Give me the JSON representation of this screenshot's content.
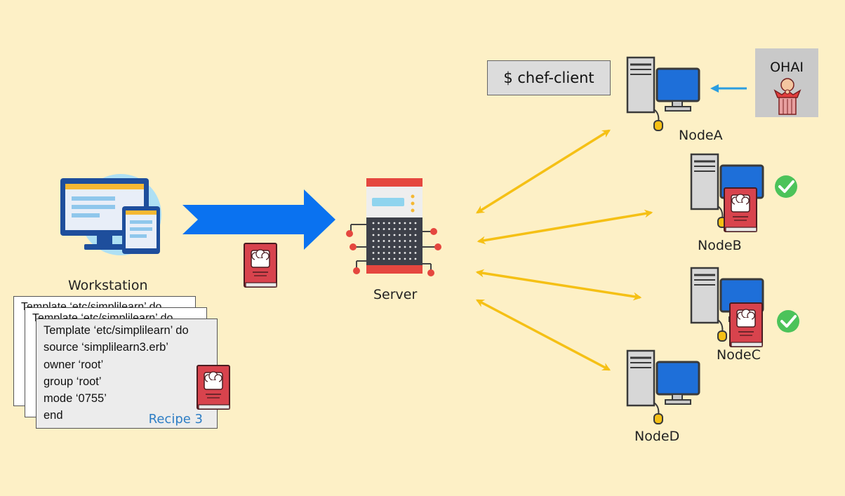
{
  "workstation": {
    "label": "Workstation"
  },
  "server": {
    "label": "Server"
  },
  "command": {
    "text": "$ chef-client"
  },
  "ohai": {
    "label": "OHAI"
  },
  "nodes": [
    {
      "label": "NodeA",
      "has_cookbook": false,
      "checked": false
    },
    {
      "label": "NodeB",
      "has_cookbook": true,
      "checked": true
    },
    {
      "label": "NodeC",
      "has_cookbook": true,
      "checked": true
    },
    {
      "label": "NodeD",
      "has_cookbook": false,
      "checked": false
    }
  ],
  "recipe": {
    "name": "Recipe 3",
    "lines": [
      "Template ‘etc/simplilearn’ do",
      "source ‘simplilearn3.erb’",
      "owner ‘root’",
      "group ‘root’",
      "mode ‘0755’",
      "end"
    ]
  },
  "colors": {
    "background": "#fdf0c6",
    "arrow_blue": "#0a72f0",
    "arrow_yellow": "#f5c015",
    "monitor_blue": "#1e6fd9",
    "book_red": "#d8434d",
    "check_green": "#4cc35a"
  }
}
